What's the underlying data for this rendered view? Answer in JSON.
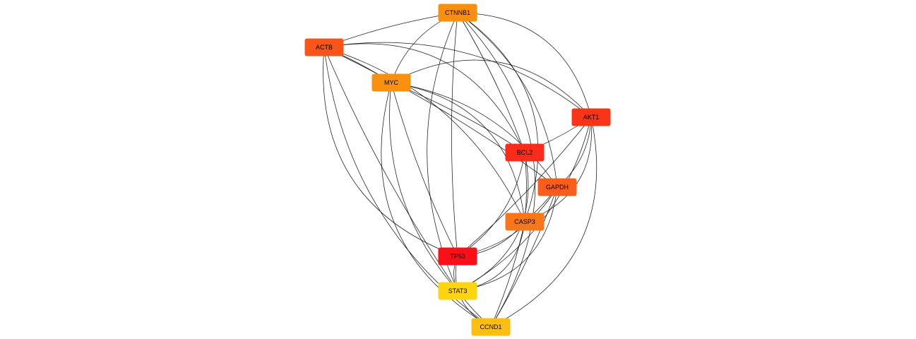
{
  "nodes": [
    {
      "id": "CTNNB1",
      "label": "CTNNB1",
      "color": "#F8900F"
    },
    {
      "id": "ACTB",
      "label": "ACTB",
      "color": "#F95519"
    },
    {
      "id": "MYC",
      "label": "MYC",
      "color": "#F8910F"
    },
    {
      "id": "AKT1",
      "label": "AKT1",
      "color": "#FA3517"
    },
    {
      "id": "BCL2",
      "label": "BCL2",
      "color": "#FA2B19"
    },
    {
      "id": "GAPDH",
      "label": "GAPDH",
      "color": "#F95E1B"
    },
    {
      "id": "CASP3",
      "label": "CASP3",
      "color": "#F7771A"
    },
    {
      "id": "TP53",
      "label": "TP53",
      "color": "#FB0F18"
    },
    {
      "id": "STAT3",
      "label": "STAT3",
      "color": "#FCD40F"
    },
    {
      "id": "CCND1",
      "label": "CCND1",
      "color": "#FCBE12"
    }
  ],
  "edges": [
    [
      "CTNNB1",
      "ACTB"
    ],
    [
      "CTNNB1",
      "MYC"
    ],
    [
      "CTNNB1",
      "AKT1"
    ],
    [
      "CTNNB1",
      "BCL2"
    ],
    [
      "CTNNB1",
      "GAPDH"
    ],
    [
      "CTNNB1",
      "CASP3"
    ],
    [
      "CTNNB1",
      "TP53"
    ],
    [
      "CTNNB1",
      "STAT3"
    ],
    [
      "CTNNB1",
      "CCND1"
    ],
    [
      "ACTB",
      "MYC"
    ],
    [
      "ACTB",
      "AKT1"
    ],
    [
      "ACTB",
      "BCL2"
    ],
    [
      "ACTB",
      "GAPDH"
    ],
    [
      "ACTB",
      "CASP3"
    ],
    [
      "ACTB",
      "TP53"
    ],
    [
      "ACTB",
      "STAT3"
    ],
    [
      "ACTB",
      "CCND1"
    ],
    [
      "MYC",
      "AKT1"
    ],
    [
      "MYC",
      "BCL2"
    ],
    [
      "MYC",
      "GAPDH"
    ],
    [
      "MYC",
      "CASP3"
    ],
    [
      "MYC",
      "TP53"
    ],
    [
      "MYC",
      "STAT3"
    ],
    [
      "MYC",
      "CCND1"
    ],
    [
      "AKT1",
      "BCL2"
    ],
    [
      "AKT1",
      "GAPDH"
    ],
    [
      "AKT1",
      "CASP3"
    ],
    [
      "AKT1",
      "TP53"
    ],
    [
      "AKT1",
      "STAT3"
    ],
    [
      "AKT1",
      "CCND1"
    ],
    [
      "BCL2",
      "CASP3"
    ],
    [
      "BCL2",
      "TP53"
    ],
    [
      "BCL2",
      "STAT3"
    ],
    [
      "GAPDH",
      "CASP3"
    ],
    [
      "GAPDH",
      "TP53"
    ],
    [
      "GAPDH",
      "STAT3"
    ],
    [
      "GAPDH",
      "CCND1"
    ],
    [
      "CASP3",
      "TP53"
    ],
    [
      "CASP3",
      "STAT3"
    ],
    [
      "CASP3",
      "CCND1"
    ],
    [
      "TP53",
      "STAT3"
    ],
    [
      "TP53",
      "CCND1"
    ],
    [
      "STAT3",
      "CCND1"
    ]
  ]
}
